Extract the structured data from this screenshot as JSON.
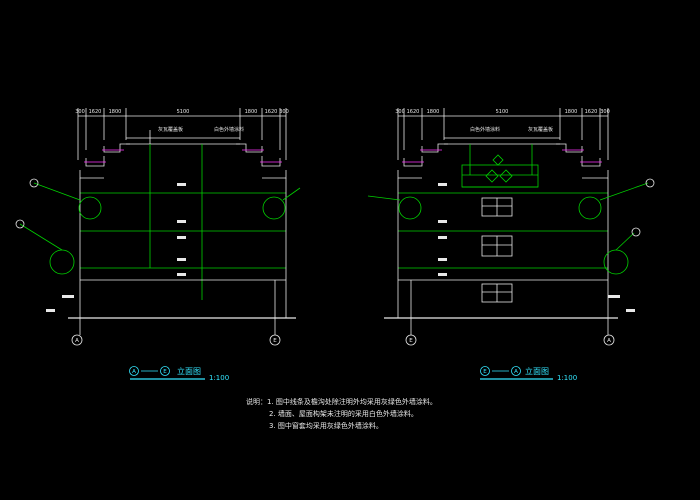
{
  "colors": {
    "background": "#000000",
    "green": "#00d200",
    "white": "#e8e8e8",
    "cyan": "#33e6ff",
    "magenta": "#ff33ff"
  },
  "left_view": {
    "top_dims": [
      "300",
      "1620",
      "1800",
      "5100",
      "1800",
      "1620",
      "300"
    ],
    "material_labels": [
      "灰瓦覆盖板",
      "白色外墙涂料"
    ],
    "axis_start": "A",
    "axis_end": "E",
    "title_axis_start": "A",
    "title_axis_end": "E",
    "title_text": "立面图",
    "scale": "1:100"
  },
  "right_view": {
    "top_dims": [
      "300",
      "1620",
      "1800",
      "5100",
      "1800",
      "1620",
      "300"
    ],
    "material_labels": [
      "白色外墙涂料",
      "灰瓦覆盖板"
    ],
    "axis_start": "E",
    "axis_end": "A",
    "title_axis_start": "E",
    "title_axis_end": "A",
    "title_text": "立面图",
    "scale": "1:100"
  },
  "notes": {
    "prefix": "说明：",
    "lines": [
      "1. 图中线条及檐沟处除注明外均采用灰绿色外墙涂料。",
      "2. 墙面、屋面构架未注明的采用白色外墙涂料。",
      "3. 图中窗套均采用灰绿色外墙涂料。"
    ]
  }
}
